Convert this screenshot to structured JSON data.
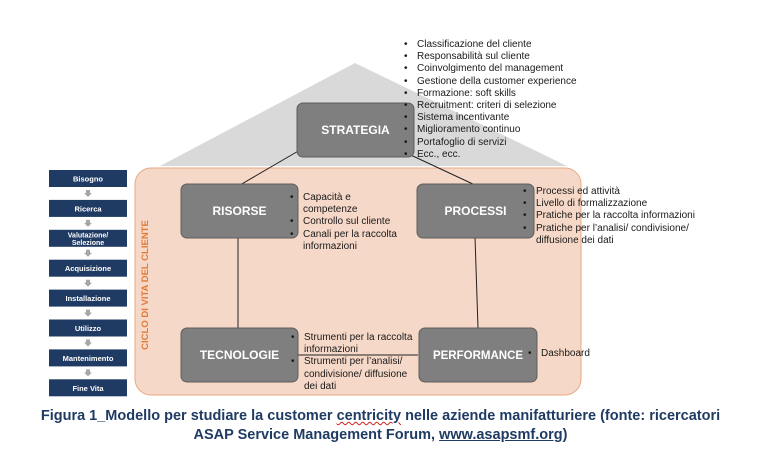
{
  "lifecycle": {
    "steps": [
      "Bisogno",
      "Ricerca",
      "Valutazione/ Selezione",
      "Acquisizione",
      "Installazione",
      "Utilizzo",
      "Mantenimento",
      "Fine Vita"
    ],
    "vertical_label": "CICLO DI VITA DEL CLIENTE"
  },
  "boxes": {
    "strategia": "STRATEGIA",
    "risorse": "RISORSE",
    "processi": "PROCESSI",
    "tecnologie": "TECNOLOGIE",
    "performance": "PERFORMANCE"
  },
  "bullets": {
    "strategia": [
      "Classificazione del cliente",
      "Responsabilità sul cliente",
      "Coinvolgimento del management",
      "Gestione della customer experience",
      "Formazione: soft skills",
      "Recruitment: criteri di selezione",
      "Sistema incentivante",
      "Miglioramento continuo",
      "Portafoglio di servizi",
      "Ecc., ecc."
    ],
    "risorse": [
      "Capacità e competenze",
      "Controllo sul cliente",
      "Canali per la raccolta informazioni"
    ],
    "processi": [
      "Processi ed attività",
      "Livello di formalizzazione",
      "Pratiche per la raccolta informazioni",
      "Pratiche per l’analisi/ condivisione/ diffusione dei dati"
    ],
    "tecnologie": [
      "Strumenti per la raccolta informazioni",
      "Strumenti per l’analisi/ condivisione/ diffusione dei dati"
    ],
    "performance": [
      "Dashboard"
    ]
  },
  "caption": {
    "part1": "Figura 1_Modello per studiare la customer ",
    "word_squiggle": "centricity",
    "part2": " nelle aziende manifatturiere (fonte: ricercatori",
    "line2_pre": "ASAP Service Management Forum, ",
    "link": "www.asapsmf.org",
    "line2_post": ")"
  },
  "colors": {
    "roof": "#d9d9d9",
    "panel": "#f6d8c8",
    "panel_border": "#e8a781",
    "box": "#7f7f7f",
    "box_border": "#5e5e5e",
    "step": "#1f3b63",
    "lifecycle_label": "#e07b39",
    "caption": "#1f3b63"
  }
}
